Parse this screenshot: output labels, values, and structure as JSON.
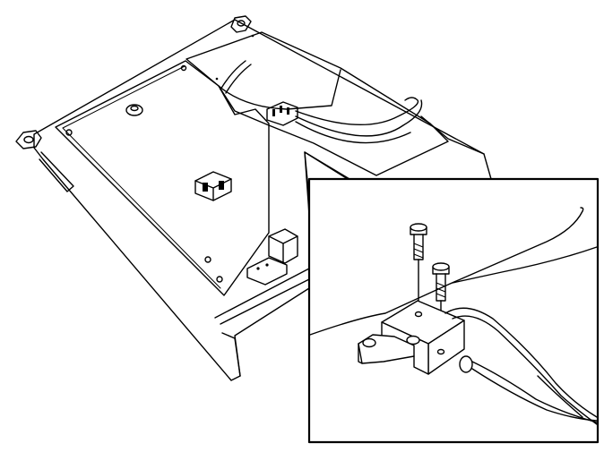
{
  "illustration": {
    "kind": "technical-line-drawing",
    "palette": {
      "line": "#000000",
      "background": "#ffffff"
    },
    "main_view": {
      "subject": "base-tray-assembly"
    },
    "detail_view": {
      "subject": "sensor-block",
      "fastener_count": 2
    }
  }
}
